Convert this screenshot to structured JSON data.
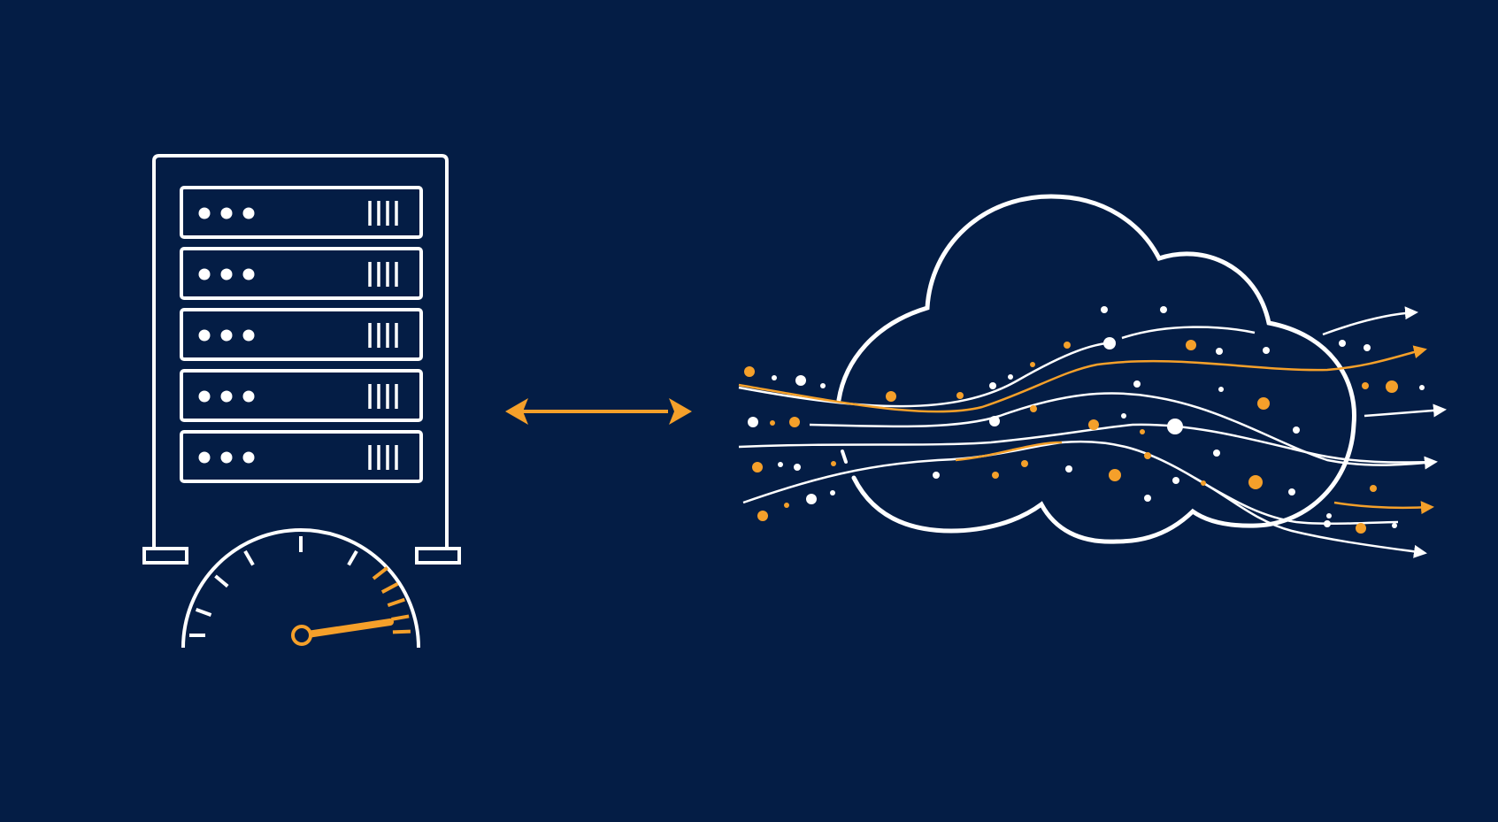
{
  "illustration": {
    "server_rack": {
      "unit_count": 5,
      "indicator_lights_per_unit": 3,
      "vent_slots_per_unit": 4
    },
    "speed_gauge": {
      "reading_fraction": 0.92,
      "white_tick_count": 6,
      "accent_tick_count": 5
    },
    "sync_arrow": {
      "direction": "bidirectional"
    },
    "cloud": {
      "flow_stream_count": 8,
      "outgoing_arrow_count": 6
    }
  },
  "colors": {
    "background": "#041d45",
    "stroke": "#ffffff",
    "accent": "#f5a02a"
  },
  "icons": [
    "server-rack-icon",
    "speedometer-icon",
    "double-arrow-icon",
    "cloud-icon",
    "data-stream-icon"
  ]
}
